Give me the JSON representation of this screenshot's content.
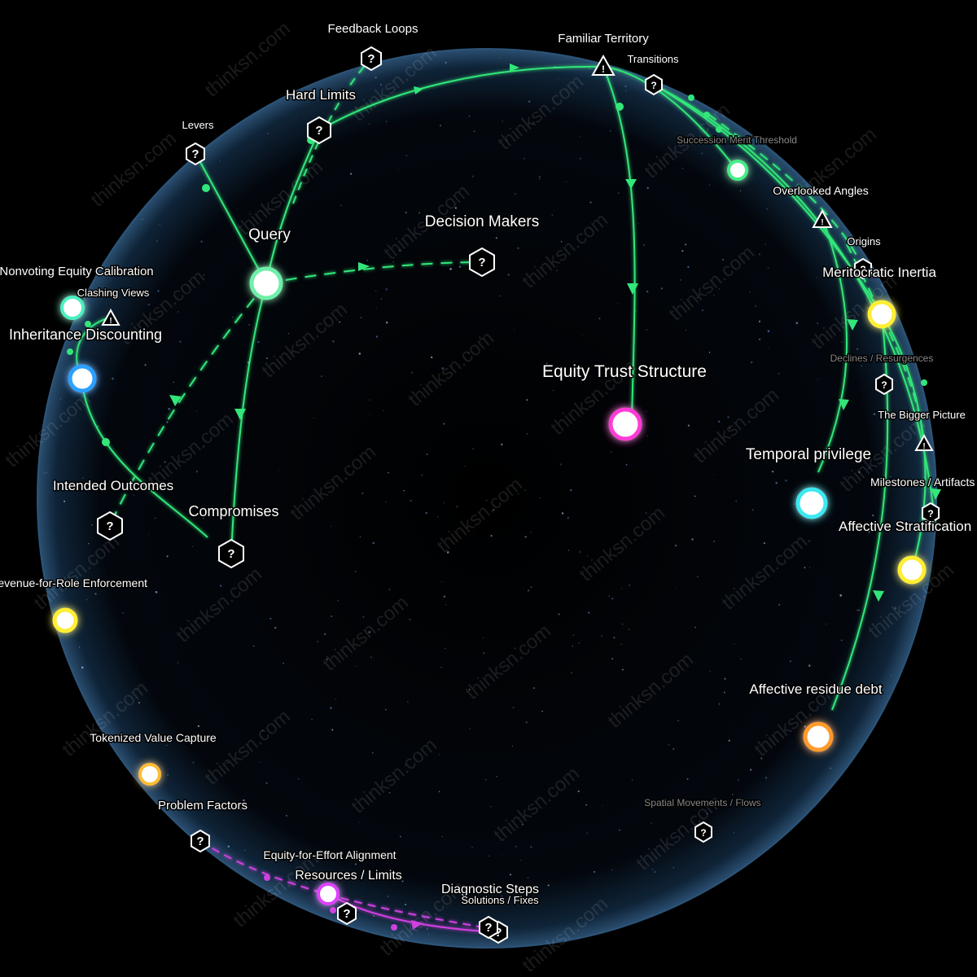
{
  "watermark": "thinksn.com",
  "colors": {
    "background": "#000000",
    "sphere_edge": "#1e3a5a",
    "link_green": "#33e67a",
    "link_pink": "#d040e0",
    "node_query": "#c8ffe0",
    "node_center": "#ff3ad6",
    "node_yellow": "#ffee33",
    "node_cyan": "#3ee8f0",
    "node_blue": "#2aa0ff",
    "node_orange": "#ff9a2a",
    "node_green": "#44ee88"
  },
  "labels": {
    "feedback_loops": "Feedback Loops",
    "familiar_territory": "Familiar Territory",
    "transitions": "Transitions",
    "hard_limits": "Hard Limits",
    "levers": "Levers",
    "succession_merit": "Succession Merit Threshold",
    "overlooked_angles": "Overlooked Angles",
    "origins": "Origins",
    "meritocratic_inertia": "Meritocratic Inertia",
    "decision_makers": "Decision Makers",
    "query": "Query",
    "nonvoting_equity": "Nonvoting Equity Calibration",
    "clashing_views": "Clashing Views",
    "inheritance_discounting": "Inheritance Discounting",
    "declines_resurgences": "Declines / Resurgences",
    "equity_trust_structure": "Equity Trust Structure",
    "the_bigger_picture": "The Bigger Picture",
    "temporal_privilege": "Temporal privilege",
    "milestones_artifacts": "Milestones / Artifacts",
    "intended_outcomes": "Intended Outcomes",
    "compromises": "Compromises",
    "affective_stratification": "Affective Stratification",
    "revenue_role": "Revenue-for-Role Enforcement",
    "affective_residue": "Affective residue debt",
    "tokenized_value": "Tokenized Value Capture",
    "spatial_movements": "Spatial Movements / Flows",
    "problem_factors": "Problem Factors",
    "equity_effort": "Equity-for-Effort Alignment",
    "resources_limits": "Resources / Limits",
    "diagnostic_steps": "Diagnostic Steps",
    "solutions_fixes": "Solutions / Fixes"
  },
  "icons": {
    "hex": "question-hexagon-icon",
    "warn": "warning-triangle-icon",
    "question_glyph": "?",
    "warn_glyph": "!"
  }
}
